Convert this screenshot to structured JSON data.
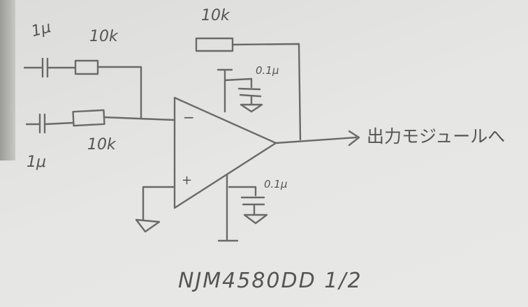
{
  "labels": {
    "cap_in_top": "1μ",
    "res_in_top": "10k",
    "res_in_bottom": "10k",
    "cap_in_bottom": "1μ",
    "res_feedback": "10k",
    "cap_bypass_top": "0.1μ",
    "cap_bypass_bottom": "0.1μ",
    "inverting_input": "−",
    "noninverting_input": "+",
    "output": "出力モジュールへ",
    "part_number": "NJM4580DD 1/2"
  },
  "colors": {
    "pencil": "#6a6a68",
    "paper": "#e4e4e2"
  }
}
